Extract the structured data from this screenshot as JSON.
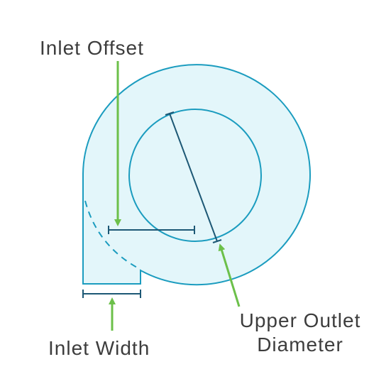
{
  "labels": {
    "inlet_offset": "Inlet Offset",
    "inlet_width": "Inlet Width",
    "upper_outlet_line1": "Upper Outlet",
    "upper_outlet_line2": "Diameter"
  },
  "colors": {
    "outline": "#1b9cbf",
    "fill": "#e3f6fa",
    "dimension": "#1d5875",
    "arrow": "#6cc04a",
    "text": "#3d3d3d"
  },
  "icons": {
    "arrow": "arrow-icon"
  }
}
